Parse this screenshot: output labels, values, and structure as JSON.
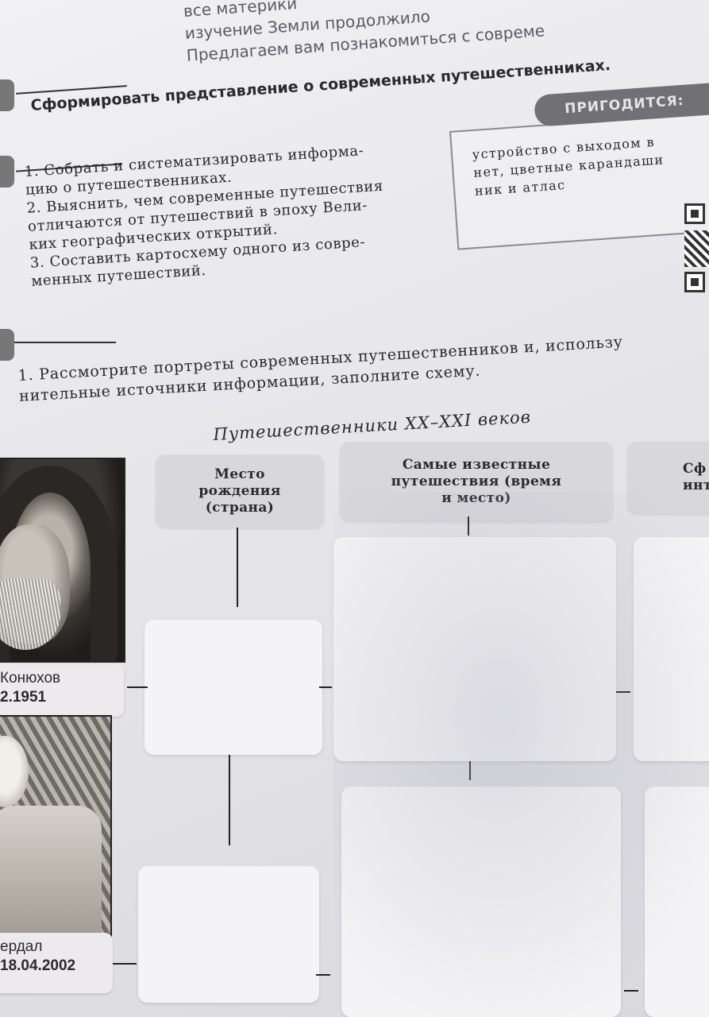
{
  "intro": {
    "line1": "все материки",
    "line2": "изучение Земли продолжило",
    "line3": "Предлагаем вам познакомиться с совреме"
  },
  "goal": {
    "text": "Сформировать представление о современных путешественниках."
  },
  "tasks": [
    "1. Собрать и систематизировать информа-",
    "цию о путешественниках.",
    "2. Выяснить, чем современные путешествия",
    "отличаются от путешествий в эпоху Вели-",
    "ких географических открытий.",
    "3. Составить картосхему одного из совре-",
    "менных путешествий."
  ],
  "hint": {
    "badge": "ПРИГОДИТСЯ:",
    "lines": [
      "устройство с выходом в",
      "нет, цветные карандаши",
      "ник и атлас"
    ]
  },
  "exercise": {
    "line1": "1. Рассмотрите портреты современных путешественников и, использу",
    "line2": "нительные источники информации, заполните схему."
  },
  "scheme": {
    "title": "Путешественники XX–XXI веков",
    "headers": [
      "Место рождения (страна)",
      "Самые известные путешествия (время и место)",
      "Сф инте"
    ]
  },
  "travelers": [
    {
      "name": "Конюхов",
      "date": "2.1951"
    },
    {
      "name": "ердал",
      "date": "18.04.2002"
    }
  ],
  "colors": {
    "page": "#e9e9ec",
    "header_box": "#d8d8dc",
    "badge": "#707075",
    "ink": "#2a2a2e"
  }
}
